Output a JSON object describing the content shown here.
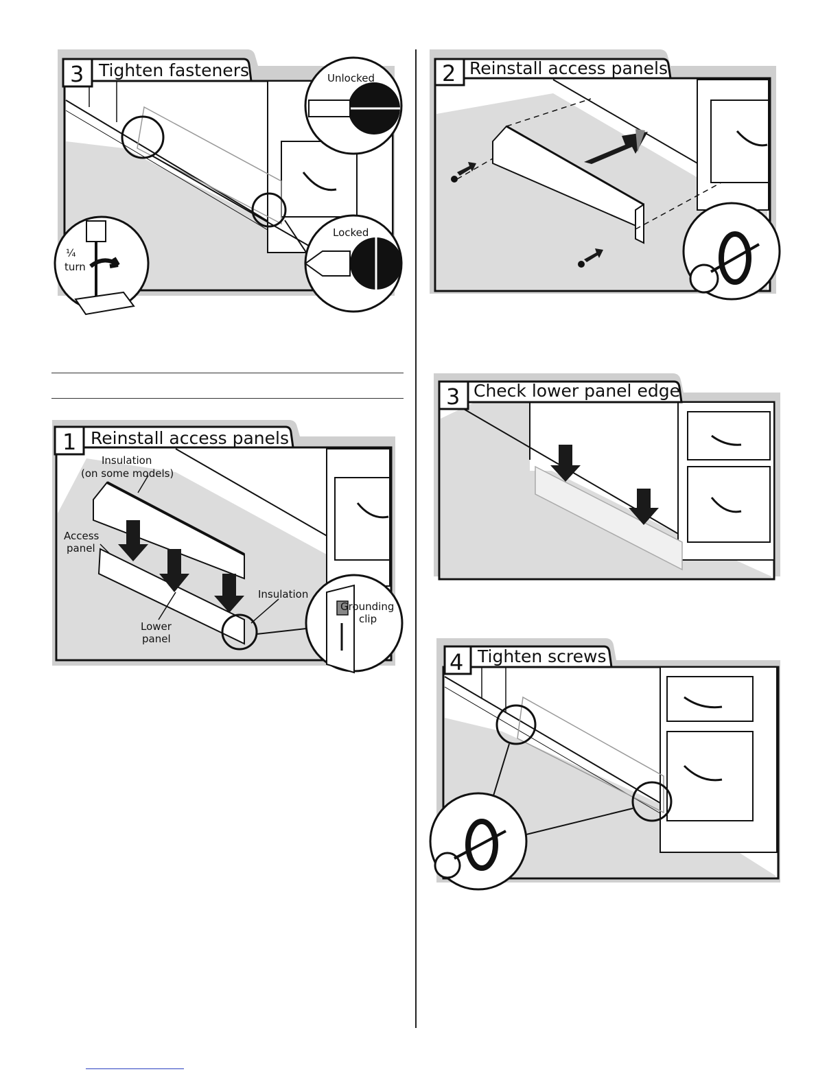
{
  "panels": {
    "tighten_fasteners": {
      "number": "3",
      "title": "Tighten fasteners",
      "label_unlocked": "Unlocked",
      "label_locked": "Locked",
      "label_quarter": "¼",
      "label_turn": "turn"
    },
    "reinstall_left": {
      "number": "1",
      "title": "Reinstall access panels",
      "label_insulation_top_1": "Insulation",
      "label_insulation_top_2": "(on some models)",
      "label_access_1": "Access",
      "label_access_2": "panel",
      "label_insulation_right": "Insulation",
      "label_lower_1": "Lower",
      "label_lower_2": "panel",
      "label_grounding_1": "Grounding",
      "label_grounding_2": "clip"
    },
    "reinstall_right": {
      "number": "2",
      "title": "Reinstall access panels"
    },
    "check_edge": {
      "number": "3",
      "title": "Check lower panel edge"
    },
    "tighten_screws": {
      "number": "4",
      "title": "Tighten screws"
    }
  },
  "colors": {
    "floor": "#dcdcdc",
    "frame_shadow": "#c8c8c8",
    "line": "#111111",
    "arrow": "#1a1a1a"
  }
}
